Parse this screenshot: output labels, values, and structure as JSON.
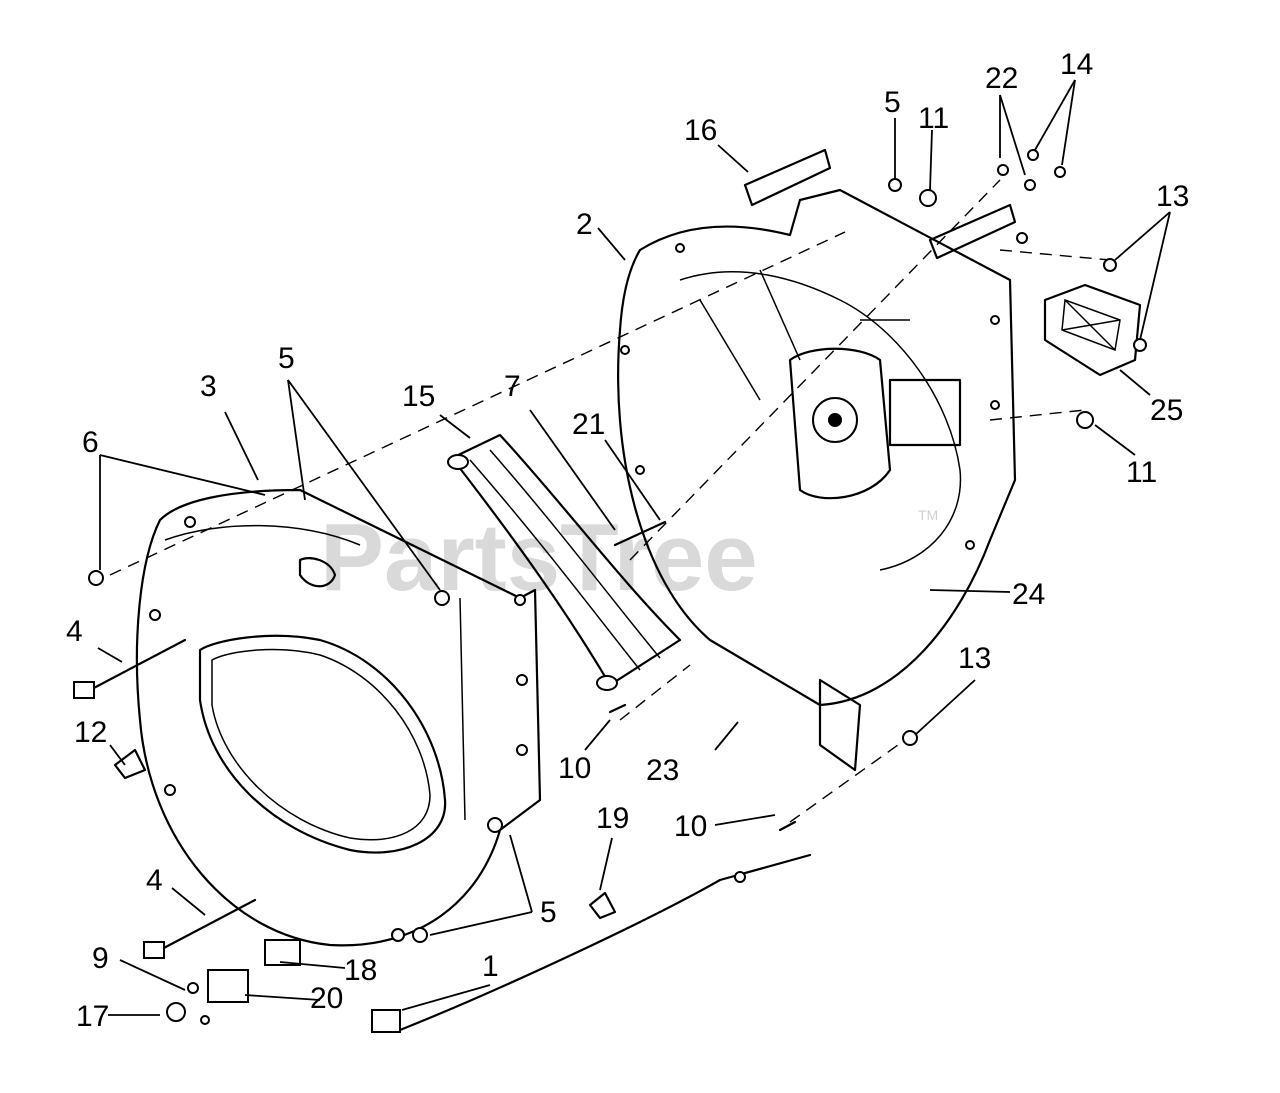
{
  "watermark": {
    "text": "PartsTree",
    "tm": "TM"
  },
  "callouts": [
    {
      "id": "c1",
      "text": "1"
    },
    {
      "id": "c2",
      "text": "2"
    },
    {
      "id": "c3",
      "text": "3"
    },
    {
      "id": "c4a",
      "text": "4"
    },
    {
      "id": "c4b",
      "text": "4"
    },
    {
      "id": "c5a",
      "text": "5"
    },
    {
      "id": "c5b",
      "text": "5"
    },
    {
      "id": "c5c",
      "text": "5"
    },
    {
      "id": "c6",
      "text": "6"
    },
    {
      "id": "c7",
      "text": "7"
    },
    {
      "id": "c9",
      "text": "9"
    },
    {
      "id": "c10a",
      "text": "10"
    },
    {
      "id": "c10b",
      "text": "10"
    },
    {
      "id": "c11a",
      "text": "11"
    },
    {
      "id": "c11b",
      "text": "11"
    },
    {
      "id": "c12",
      "text": "12"
    },
    {
      "id": "c13a",
      "text": "13"
    },
    {
      "id": "c13b",
      "text": "13"
    },
    {
      "id": "c14",
      "text": "14"
    },
    {
      "id": "c15",
      "text": "15"
    },
    {
      "id": "c16",
      "text": "16"
    },
    {
      "id": "c17",
      "text": "17"
    },
    {
      "id": "c18",
      "text": "18"
    },
    {
      "id": "c19",
      "text": "19"
    },
    {
      "id": "c20",
      "text": "20"
    },
    {
      "id": "c21",
      "text": "21"
    },
    {
      "id": "c22",
      "text": "22"
    },
    {
      "id": "c23",
      "text": "23"
    },
    {
      "id": "c24",
      "text": "24"
    },
    {
      "id": "c25",
      "text": "25"
    }
  ]
}
